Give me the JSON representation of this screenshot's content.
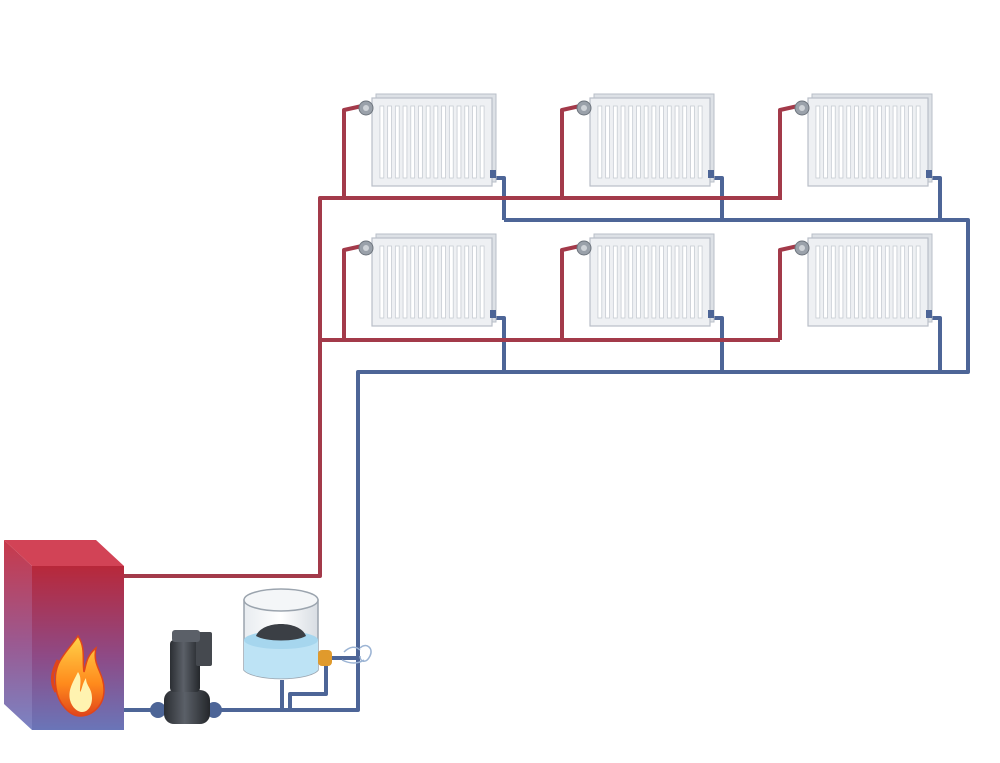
{
  "diagram": {
    "kind": "two-pipe heating system schematic",
    "colors": {
      "supply_pipe": "#a33a4a",
      "return_pipe": "#4d6597",
      "radiator_fill": "#eef0f3",
      "radiator_stroke": "#b9bfc8",
      "boiler_top": "#b8283a",
      "boiler_bottom": "#6a75b8",
      "tank_water": "#bde3f5",
      "pump_body": "#3a3d42",
      "valve": "#e09a2c"
    },
    "components": {
      "boiler": {
        "icon": "flame-icon"
      },
      "pump": {
        "icon": "pump-icon"
      },
      "expansion_tank": {
        "icon": "tank-icon"
      },
      "air_vent_valve": {
        "icon": "valve-icon"
      },
      "radiators": [
        {
          "row": "upper",
          "position": "left"
        },
        {
          "row": "upper",
          "position": "center"
        },
        {
          "row": "upper",
          "position": "right"
        },
        {
          "row": "lower",
          "position": "left"
        },
        {
          "row": "lower",
          "position": "center"
        },
        {
          "row": "lower",
          "position": "right"
        }
      ]
    }
  }
}
